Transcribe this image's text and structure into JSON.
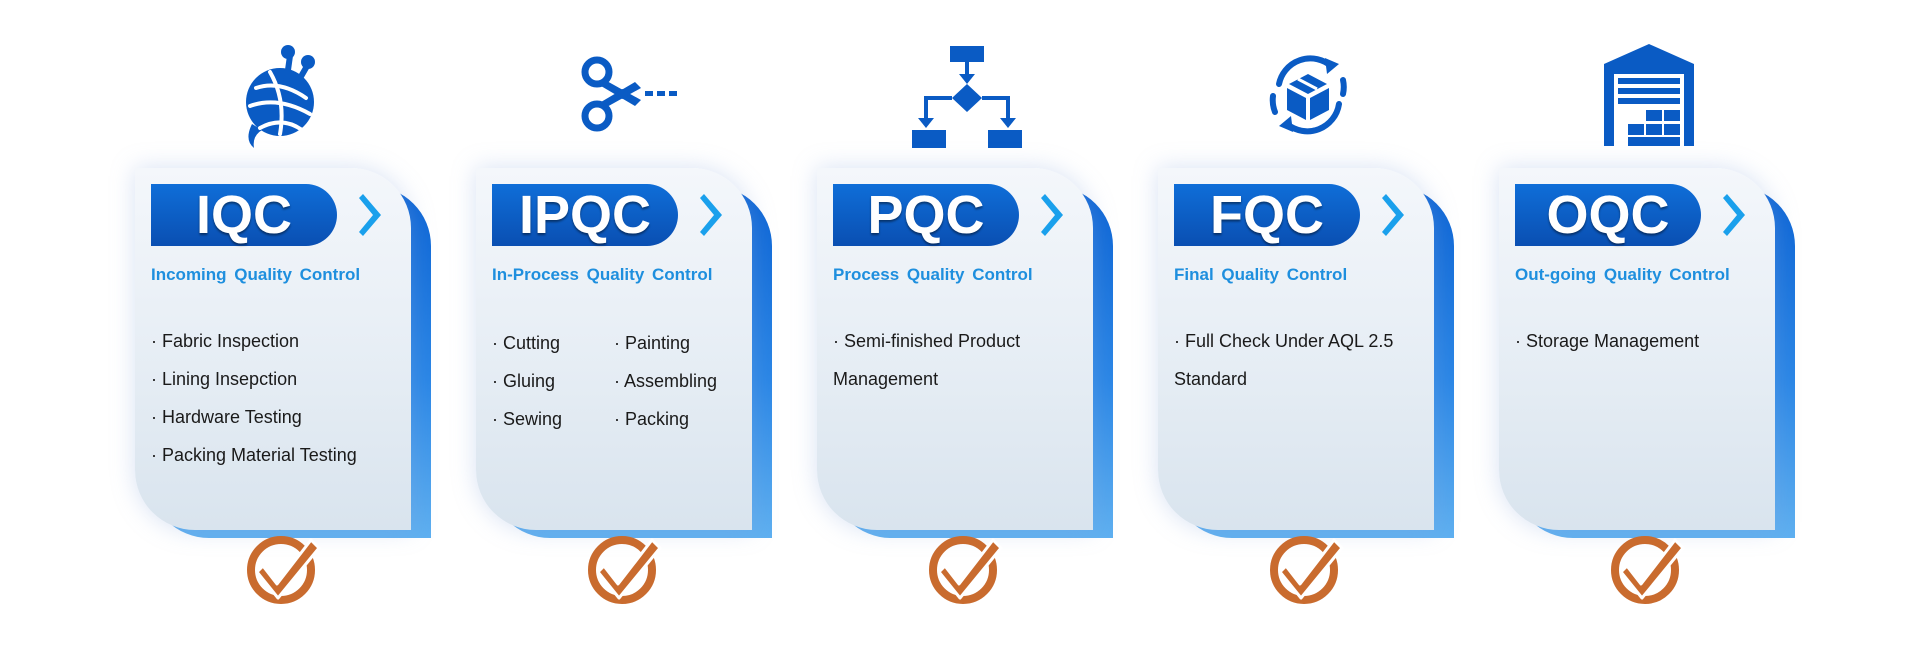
{
  "colors": {
    "icon": "#0a5bc4",
    "badge": "#0a56be",
    "subtitle": "#1e8fde",
    "check": "#c96b2e",
    "chevron": "#1aa0ec"
  },
  "stages": [
    {
      "icon": "yarn-ball-icon",
      "code": "IQC",
      "name": "Incoming  Quality  Control",
      "items": [
        "· Fabric Inspection",
        "· Lining Insepction",
        "· Hardware Testing",
        "· Packing Material Testing"
      ]
    },
    {
      "icon": "scissors-icon",
      "code": "IPQC",
      "name": "In-Process  Quality  Control",
      "items": [
        "· Cutting",
        "· Gluing",
        "· Sewing",
        "· Painting",
        "· Assembling",
        "· Packing"
      ]
    },
    {
      "icon": "flowchart-icon",
      "code": "PQC",
      "name": "Process Quality Control",
      "items": [
        "· Semi-finished  Product Management"
      ]
    },
    {
      "icon": "box-cycle-icon",
      "code": "FQC",
      "name": "Final Quality Control",
      "items": [
        "· Full Check Under  AQL 2.5 Standard"
      ]
    },
    {
      "icon": "warehouse-icon",
      "code": "OQC",
      "name": "Out-going  Quality  Control",
      "items": [
        "· Storage Management"
      ]
    }
  ]
}
